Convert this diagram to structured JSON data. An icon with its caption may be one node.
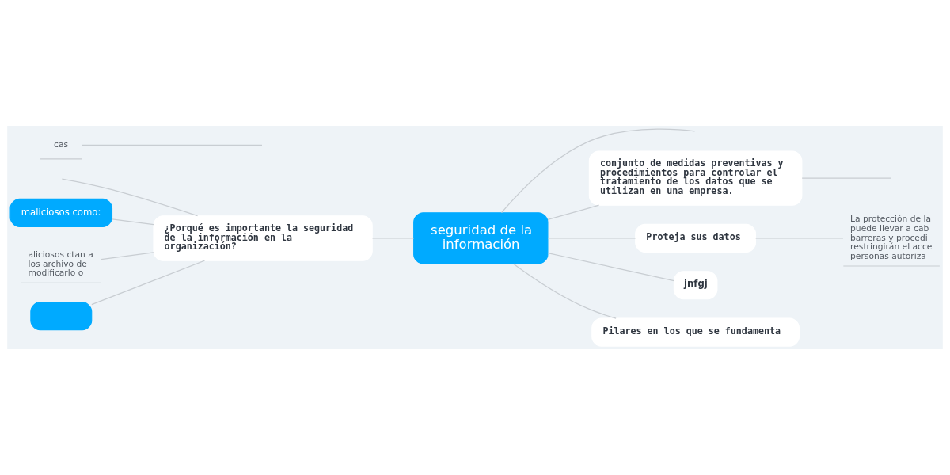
{
  "diagram": {
    "nodes": [
      {
        "text": [
          "seguridad de la información"
        ]
      },
      {
        "text": [
          "¿Porqué es importante la seguridad de la información en la organización?"
        ]
      },
      {
        "text": [
          "maliciosos como:"
        ]
      },
      {
        "text": [
          "aliciosos ctan a los archivo de modificarlo o"
        ]
      },
      {
        "text": [
          "cas"
        ]
      },
      {
        "text": [],
        "shape": "box"
      },
      {
        "text": [
          "conjunto de medidas preventivas y procedimientos para controlar el tratamiento de los datos que se utilizan en una empresa."
        ]
      },
      {
        "text": [
          "Proteja sus datos"
        ]
      },
      {
        "text": [
          "La protección de la puede llevar a cab barreras y procedi restringirán el acce personas autoriza"
        ]
      },
      {
        "text": [
          "jnfgj"
        ]
      },
      {
        "text": [
          "Pilares en los que se fundamenta"
        ]
      }
    ],
    "edges": [
      {
        "from": 0,
        "to": 1,
        "arrow": "none"
      },
      {
        "from": 1,
        "to": null,
        "arrow": "none"
      },
      {
        "from": null,
        "to": 4,
        "arrow": "none"
      },
      {
        "from": 1,
        "to": 2,
        "arrow": "none"
      },
      {
        "from": 1,
        "to": 3,
        "arrow": "none"
      },
      {
        "from": 1,
        "to": 5,
        "arrow": "none"
      },
      {
        "from": 0,
        "to": null,
        "arrow": "none"
      },
      {
        "from": 0,
        "to": 6,
        "arrow": "none"
      },
      {
        "from": 6,
        "to": null,
        "arrow": "none"
      },
      {
        "from": 0,
        "to": 7,
        "arrow": "none"
      },
      {
        "from": 7,
        "to": 8,
        "arrow": "none"
      },
      {
        "from": 0,
        "to": 9,
        "arrow": "none"
      },
      {
        "from": 0,
        "to": 10,
        "arrow": "none"
      }
    ]
  }
}
